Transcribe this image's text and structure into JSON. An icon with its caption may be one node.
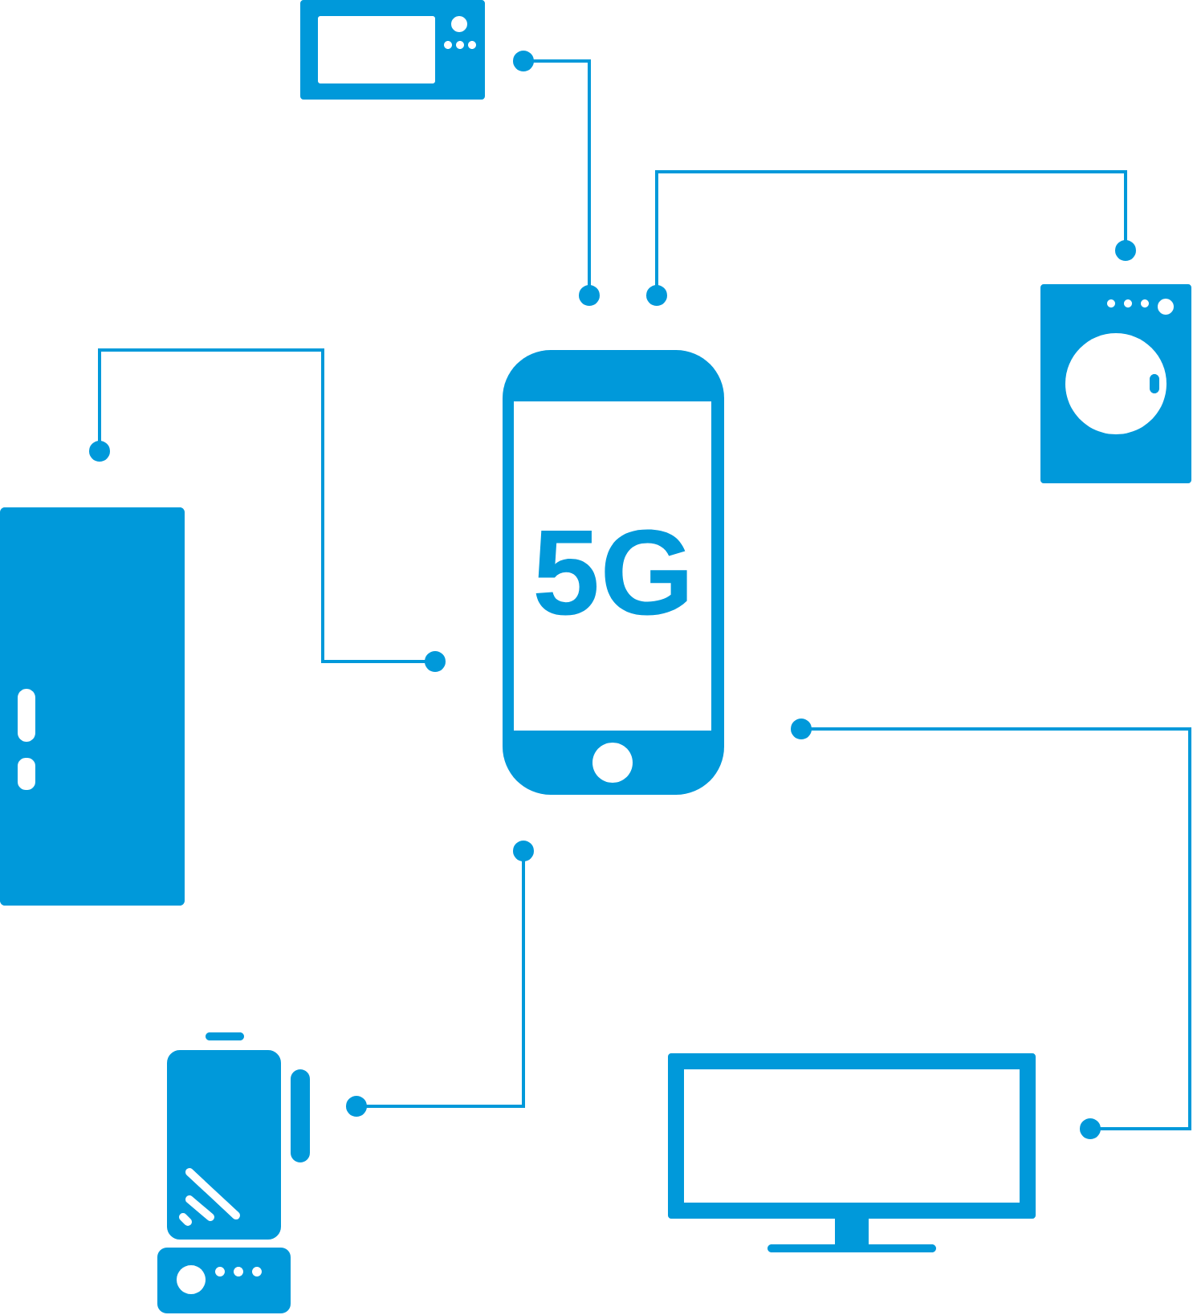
{
  "diagram": {
    "nodes": [
      {
        "text": [],
        "shape": "picture"
      },
      {
        "text": [],
        "shape": "picture"
      },
      {
        "text": [],
        "shape": "picture"
      },
      {
        "text": [
          "5G"
        ]
      },
      {
        "text": [],
        "shape": "picture"
      },
      {
        "text": [],
        "shape": "picture"
      }
    ],
    "edges": [
      {
        "from": 3,
        "to": 0,
        "arrow": "other"
      },
      {
        "from": 3,
        "to": 1,
        "arrow": "other"
      },
      {
        "from": 3,
        "to": 2,
        "arrow": "other"
      },
      {
        "from": 3,
        "to": 4,
        "arrow": "other"
      },
      {
        "from": 3,
        "to": 5,
        "arrow": "other"
      }
    ]
  }
}
